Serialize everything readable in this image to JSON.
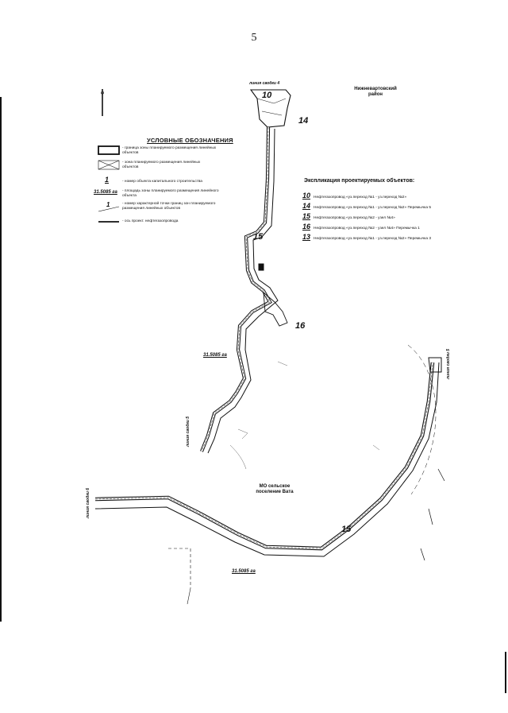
{
  "page_number": "5",
  "north_label": "С",
  "legend": {
    "title": "УСЛОВНЫЕ ОБОЗНАЧЕНИЯ",
    "rows": [
      "- граница зоны планируемого размещения линейных объектов",
      "- зона планируемого размещения линейных объектов",
      "- номер объекта капитального строительства",
      "- площадь зоны планируемого размещения линейного объекта",
      "- номер характерной точки границ зон планируемого размещения линейных объектов",
      "- ось проект. нефтегазопровода"
    ],
    "object_number": "1",
    "area_sample": "31.5085 га",
    "point_sample": "1"
  },
  "regions": {
    "nizhnevartovsky": "Нижневартовский район",
    "vata": "МО сельское поселение Вата"
  },
  "explication": {
    "title": "Экспликация проектируемых объектов:",
    "items": [
      {
        "num": "10",
        "text": "Нефтегазопровод «уз.переход №1 - уз.переход №2»"
      },
      {
        "num": "14",
        "text": "Нефтегазопровод «уз.переход №1 - уз.переход №2» Перемычка 5"
      },
      {
        "num": "15",
        "text": "Нефтегазопровод «уз.переход №2 - узел №4»"
      },
      {
        "num": "16",
        "text": "Нефтегазопровод «уз.переход №2 - узел №4» Перемычка 1"
      },
      {
        "num": "13",
        "text": "Нефтегазопровод «уз.переход №1 - уз.переход №2» Перемычка 3"
      }
    ]
  },
  "map_labels": {
    "obj_10": "10",
    "obj_14": "14",
    "obj_15_upper": "15",
    "obj_16": "16",
    "obj_15_lower": "15",
    "area_mid": "31.5085 га",
    "area_bottom": "31.5085 га",
    "sheet_4": "линия сводки 4",
    "sheet_5_left": "линия сводки 5",
    "sheet_5_right": "линия сводки 5",
    "sheet_6": "линия сводки 6"
  },
  "colors": {
    "ink": "#111111",
    "zone_fill": "#ffffff",
    "paper": "#ffffff"
  }
}
